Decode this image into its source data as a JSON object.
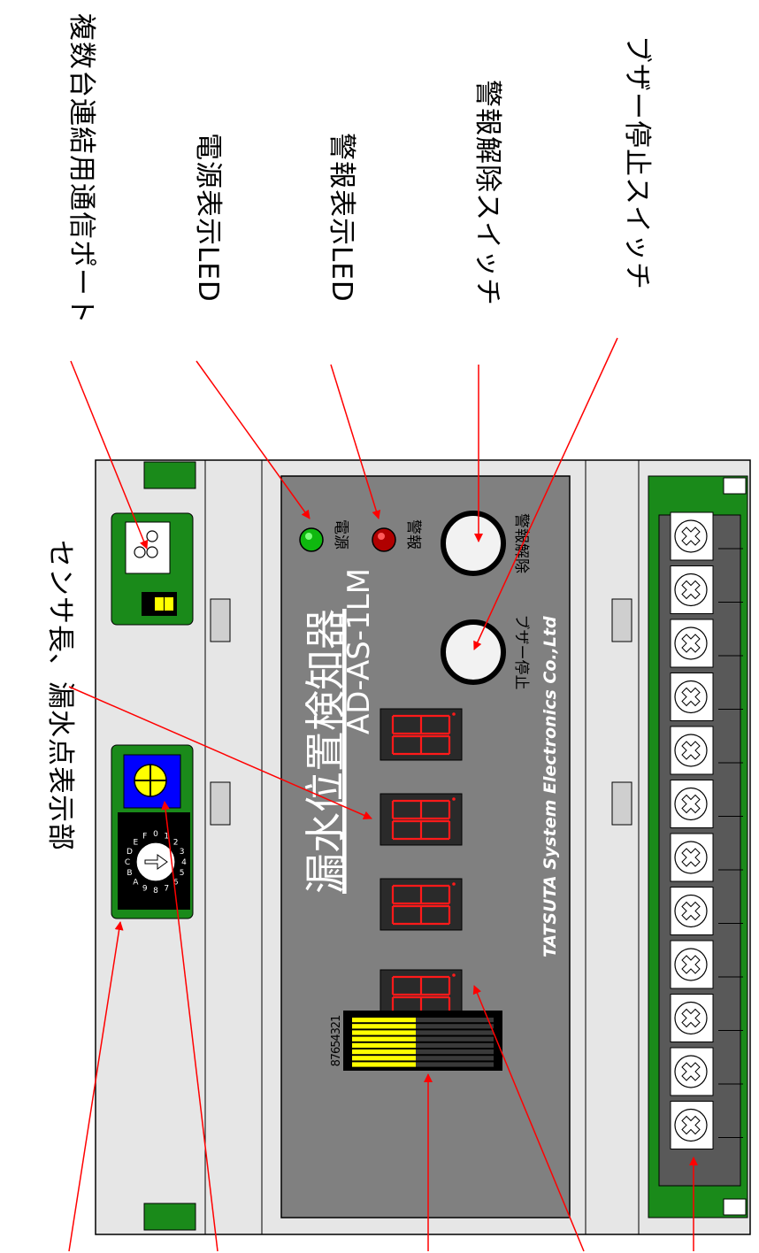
{
  "callouts": {
    "comm_port": "複数台連結用通信ポート",
    "power_led": "電源表示LED",
    "alarm_led": "警報表示LED",
    "alarm_reset_switch": "警報解除スイッチ",
    "buzzer_stop_switch": "ブザー停止スイッチ",
    "sensor_display": "センサ長、漏水点表示部"
  },
  "device": {
    "title": "漏水位置検知器",
    "model": "AD-AS-1LM",
    "company": "TATSUTA System Electronics Co.,Ltd",
    "power_label": "電源",
    "alarm_label": "警報",
    "reset_label": "警報解除",
    "buzzer_label": "ブザー停止",
    "dip_numbers": [
      "1",
      "2",
      "3",
      "4",
      "5",
      "6",
      "7",
      "8"
    ],
    "rotary_chars": [
      "0",
      "1",
      "2",
      "3",
      "4",
      "5",
      "6",
      "7",
      "8",
      "9",
      "A",
      "B",
      "C",
      "D",
      "E",
      "F"
    ]
  },
  "colors": {
    "case": "#e6e6e6",
    "panel": "#808080",
    "pcb": "#1a8a1a",
    "led_green": "#0fb80f",
    "led_red": "#b00000",
    "seg_red": "#ff1a1a",
    "dip_yellow": "#ffff00",
    "arrow": "#ff0000"
  }
}
